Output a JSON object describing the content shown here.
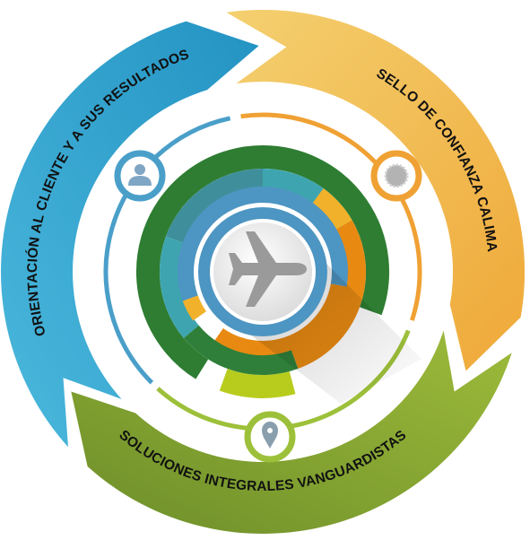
{
  "segments": [
    {
      "label": "ORIENTACIÓN AL CLIENTE Y A SUS RESULTADOS",
      "icon": "user-icon",
      "color": "#2FA3CF"
    },
    {
      "label": "SELLO DE CONFIANZA CALIMA",
      "icon": "seal-icon",
      "color": "#F0B540"
    },
    {
      "label": "SOLUCIONES INTEGRALES VANGUARDISTAS",
      "icon": "location-pin-icon",
      "color": "#86A833"
    }
  ],
  "center": {
    "icon": "airplane-icon"
  },
  "colors": {
    "text": "#111111",
    "blue_light": "#4BB8DC",
    "blue_dark": "#2393C3",
    "orange_light": "#F4D070",
    "orange_dark": "#EFA838",
    "green_light": "#9DBB3A",
    "green_dark": "#6D8E2A",
    "ring_green_dark": "#2E7D32",
    "ring_teal": "#3EA5B0",
    "ring_orange": "#E88A12",
    "ring_yellow": "#F2B12A",
    "ring_lime": "#B8CC1E",
    "ring_blue": "#4D95C2"
  }
}
